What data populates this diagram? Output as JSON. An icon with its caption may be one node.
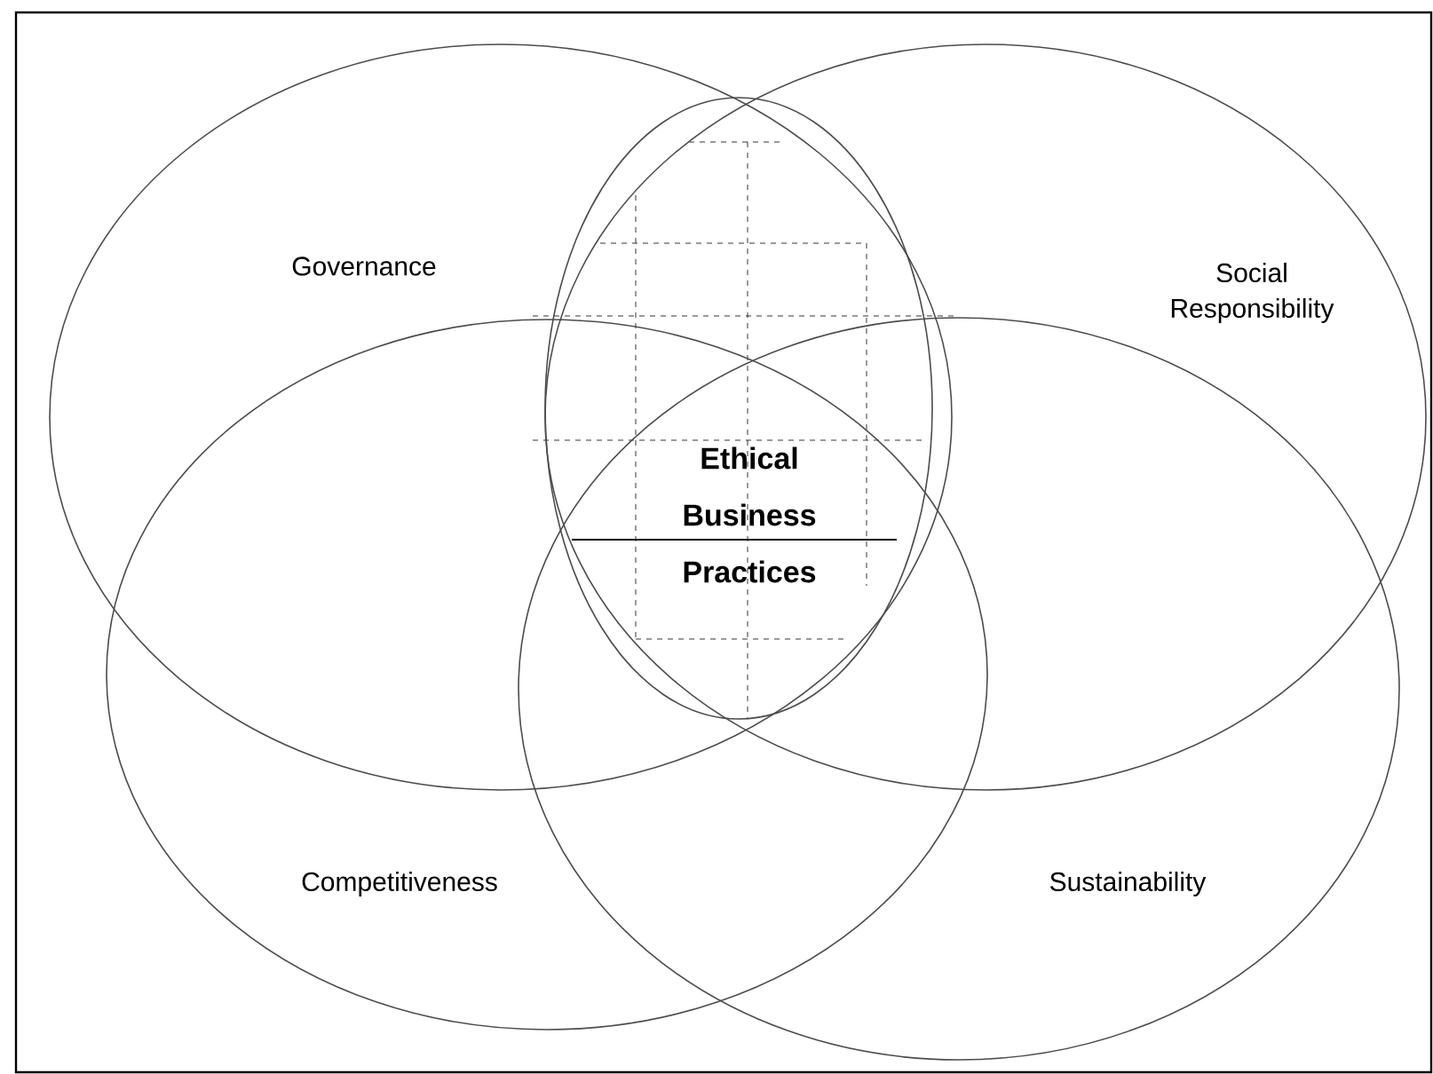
{
  "diagram": {
    "nodes": [
      {
        "text": [
          "Governance"
        ]
      },
      {
        "text": [
          "Social Responsibility"
        ]
      },
      {
        "text": [
          "Competitiveness"
        ]
      },
      {
        "text": [
          "Sustainability"
        ]
      },
      {
        "text": [
          "Ethical Business Practices"
        ]
      }
    ]
  }
}
